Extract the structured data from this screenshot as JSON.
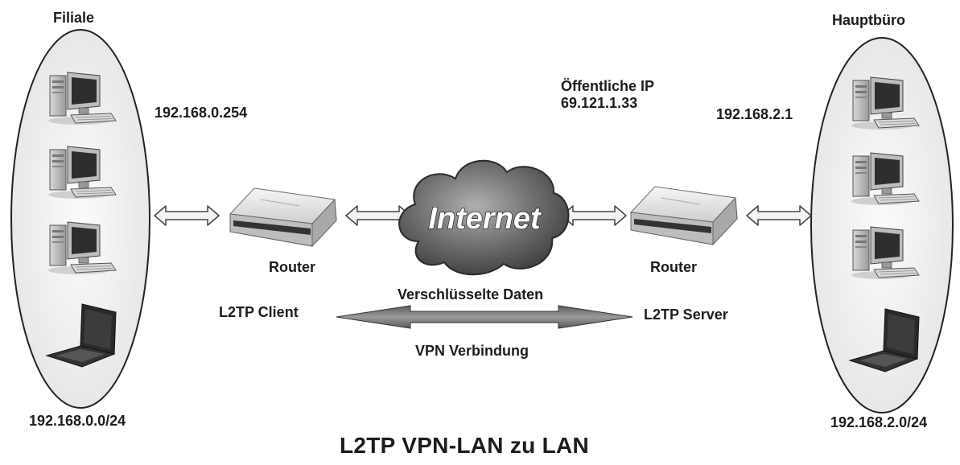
{
  "title": "L2TP VPN-LAN zu LAN",
  "left_site": {
    "name": "Filiale",
    "lan_ip": "192.168.0.254",
    "subnet": "192.168.0.0/24",
    "router_label": "Router",
    "role": "L2TP Client"
  },
  "right_site": {
    "name": "Hauptbüro",
    "lan_ip": "192.168.2.1",
    "subnet": "192.168.2.0/24",
    "router_label": "Router",
    "role": "L2TP Server",
    "public_ip": "Öffentliche IP\n69.121.1.33"
  },
  "internet": {
    "label": "Internet"
  },
  "tunnel": {
    "top_label": "Verschlüsselte Daten",
    "bottom_label": "VPN Verbindung"
  },
  "colors": {
    "ellipse_fill": "#ededed",
    "cloud_dark": "#4a4a4a",
    "cloud_light": "#9a9a9a",
    "arrow_fill": "#f4f4f4",
    "tunnel_fill": "#7a7a7a"
  }
}
